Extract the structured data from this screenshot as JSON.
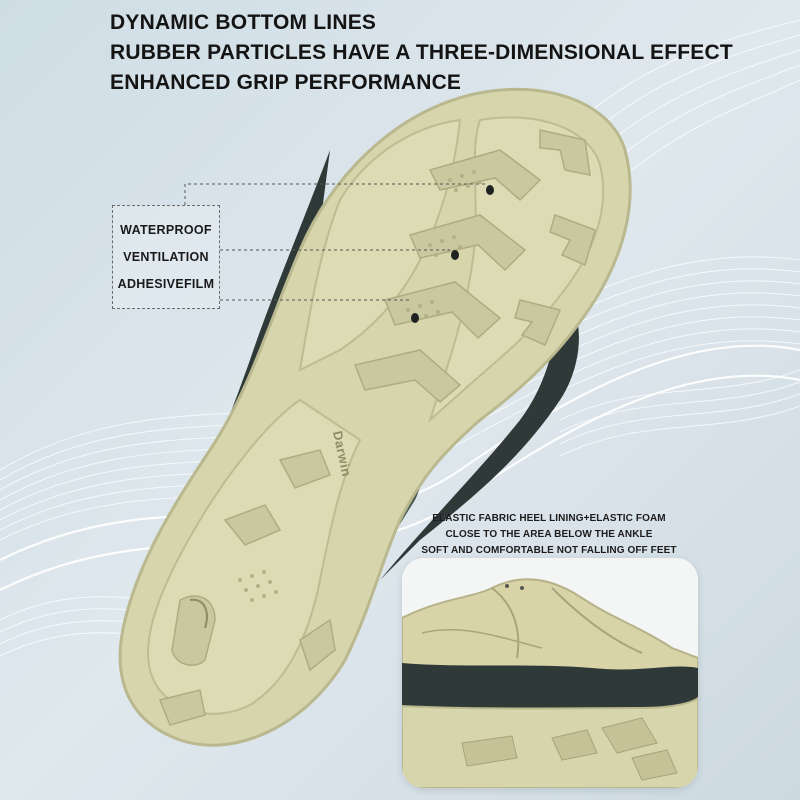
{
  "headline": {
    "line1": "DYNAMIC BOTTOM LINES",
    "line2": "RUBBER PARTICLES HAVE A THREE-DIMENSIONAL EFFECT",
    "line3": "ENHANCED GRIP PERFORMANCE"
  },
  "callout": {
    "items": [
      "WATERPROOF",
      "VENTILATION",
      "ADHESIVEFILM"
    ]
  },
  "sole": {
    "brand_mark": "Darwin"
  },
  "heel_detail": {
    "line1": "ELASTIC FABRIC HEEL LINING+ELASTIC FOAM",
    "line2": "CLOSE TO THE AREA BELOW THE ANKLE",
    "line3": "SOFT AND COMFORTABLE NOT FALLING OFF FEET"
  },
  "colors": {
    "background": "#d9e4ea",
    "sole": "#d6d5ac",
    "sole_shadow": "#b9b88e",
    "midsole_dark": "#2f3a38",
    "text": "#141414"
  }
}
